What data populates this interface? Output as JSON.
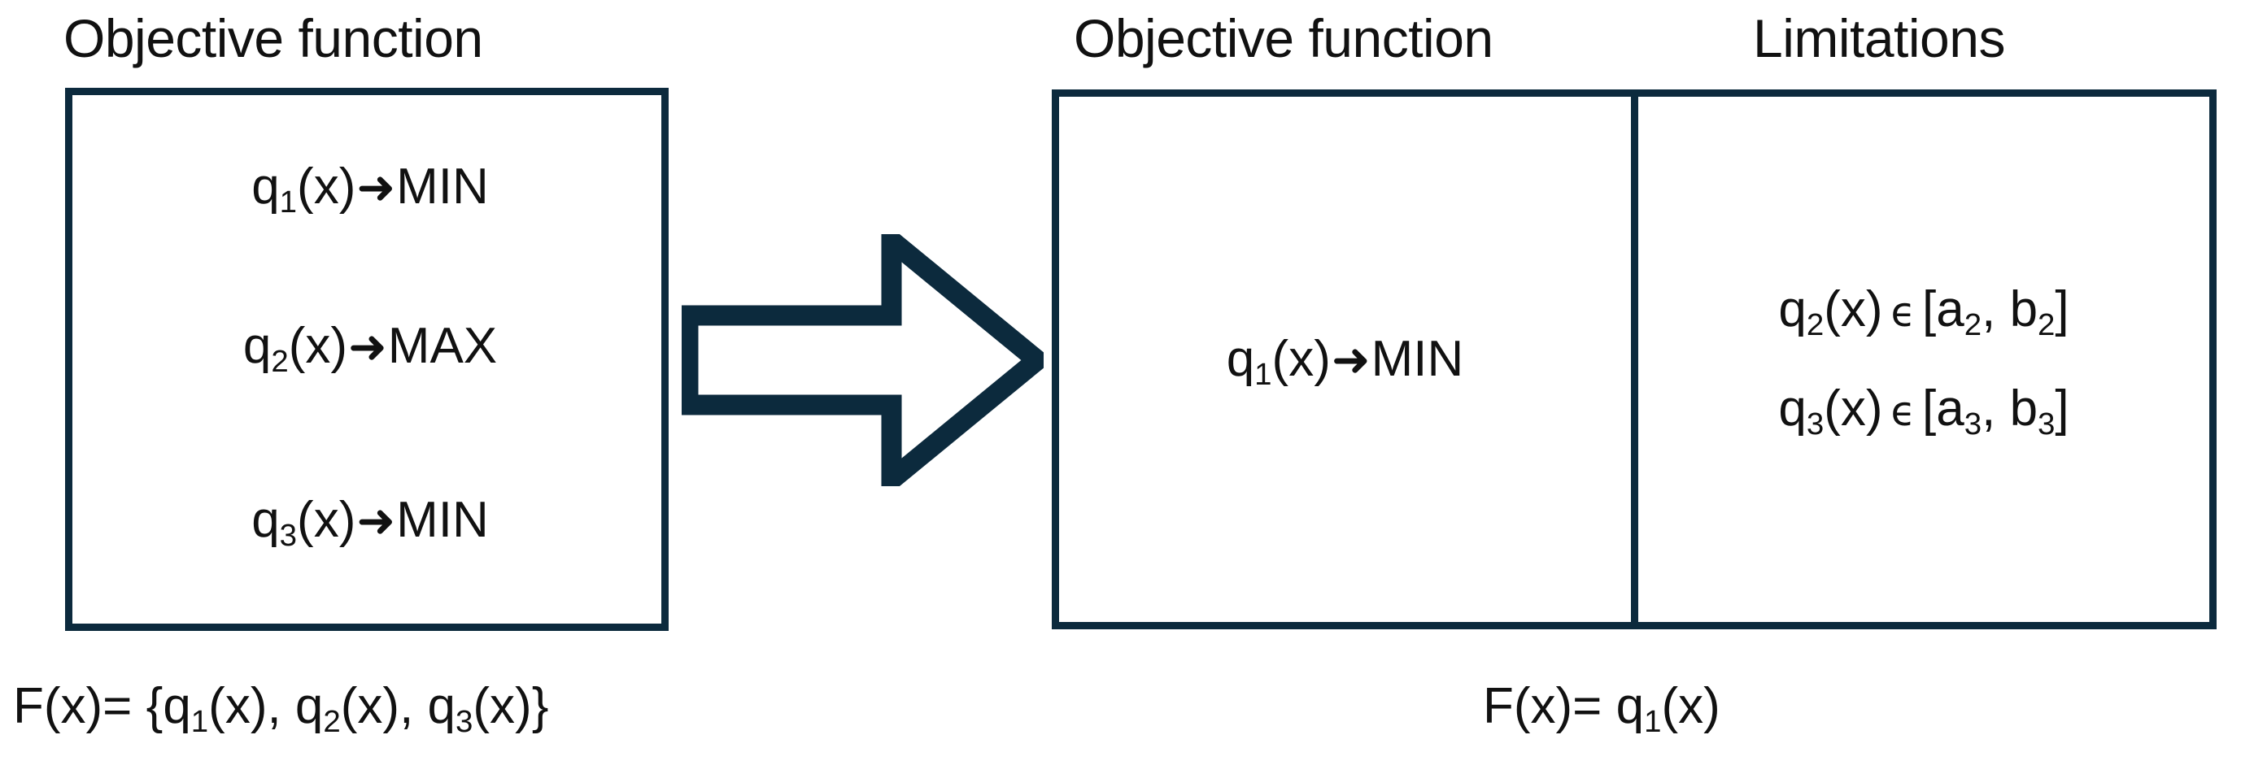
{
  "diagram": {
    "title_left": "Objective function",
    "title_middle": "Objective function",
    "title_right": "Limitations",
    "accent_color": "#0c2a3d",
    "text_color": "#111111",
    "background_color": "#ffffff",
    "arrow_icon": "block-arrow-right-icon",
    "arrow_direction": "right"
  },
  "left_panel": {
    "header": "Objective function",
    "lines": [
      {
        "func": "q",
        "index": "1",
        "arg": "(x)",
        "arrow": "➜",
        "goal": "MIN",
        "full": "q1(x)➜MIN"
      },
      {
        "func": "q",
        "index": "2",
        "arg": "(x)",
        "arrow": "➜",
        "goal": "MAX",
        "full": "q2(x)➜MAX"
      },
      {
        "func": "q",
        "index": "3",
        "arg": "(x)",
        "arrow": "➜",
        "goal": "MIN",
        "full": "q3(x)➜MIN"
      }
    ],
    "caption": {
      "lhs": "F(x)= {",
      "terms": [
        "q1(x)",
        "q2(x)",
        "q3(x)"
      ],
      "rhs": "}",
      "full": "F(x)= {q1(x), q2(x), q3(x)}"
    }
  },
  "right_panel": {
    "columns": [
      "Objective function",
      "Limitations"
    ],
    "objective": {
      "func": "q",
      "index": "1",
      "arg": "(x)",
      "arrow": "➜",
      "goal": "MIN",
      "full": "q1(x)➜MIN"
    },
    "limitations": [
      {
        "func": "q",
        "index": "2",
        "arg": "(x)",
        "member": "ϵ",
        "lo": "a",
        "lo_index": "2",
        "hi": "b",
        "hi_index": "2",
        "full": "q2(x) ϵ [a2, b2]"
      },
      {
        "func": "q",
        "index": "3",
        "arg": "(x)",
        "member": "ϵ",
        "lo": "a",
        "lo_index": "3",
        "hi": "b",
        "hi_index": "3",
        "full": "q3(x) ϵ [a3, b3]"
      }
    ],
    "caption": {
      "lhs": "F(x)= ",
      "term": "q1(x)",
      "full": "F(x)= q1(x)"
    }
  },
  "glyphs": {
    "arrow": "➜",
    "member": "ϵ",
    "open_bracket": "[",
    "close_bracket": "]",
    "comma": ", ",
    "open_brace": "{",
    "close_brace": "}",
    "equals": "=",
    "fx": "F(x)",
    "x_arg": "(x)"
  }
}
